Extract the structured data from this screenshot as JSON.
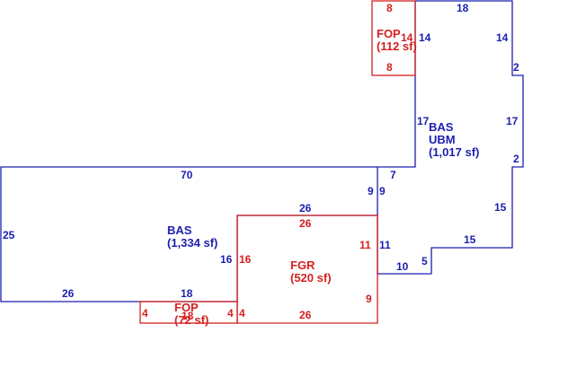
{
  "colors": {
    "blue": "#1b1fb0",
    "red": "#d42020"
  },
  "areas": {
    "bas_ubm": {
      "line1": "BAS",
      "line2": "UBM",
      "sf": "(1,017 sf)"
    },
    "bas_main": {
      "name": "BAS",
      "sf": "(1,334 sf)"
    },
    "fgr": {
      "name": "FGR",
      "sf": "(520 sf)"
    },
    "fop_top": {
      "name": "FOP",
      "sf": "(112 sf)",
      "inner": "14"
    },
    "fop_bottom": {
      "name": "FOP",
      "sf": "(72 sf)",
      "inner": "18"
    }
  },
  "dims": {
    "ubm_top": "18",
    "ubm_left_upper": "14",
    "ubm_right_upper": "14",
    "ubm_step_top": "2",
    "ubm_left_lower": "17",
    "ubm_right_mid": "17",
    "ubm_step_bottom": "2",
    "ubm_right_lower": "15",
    "ubm_bottom_step": "15",
    "notch_vertical": "5",
    "notch_horizontal": "10",
    "bas_top": "70",
    "bas_top_right": "7",
    "bas_left": "25",
    "bas_right_upper": "9",
    "bas_right_upper_inner": "9",
    "bas_inner_vertical": "16",
    "bas_inner_right": "11",
    "bas_bottom": "26",
    "bas_bottom_mid": "18",
    "fgr_top": "26",
    "fgr_left": "16",
    "fgr_right_upper": "11",
    "fgr_right_lower": "9",
    "fgr_bottom": "26",
    "fgr_left_bottom": "4",
    "fop_top_top": "8",
    "fop_top_bottom": "8",
    "fop_top_right": "14",
    "fop_bottom_left": "4",
    "fop_bottom_right": "4",
    "fop_bottom_top": "18"
  }
}
